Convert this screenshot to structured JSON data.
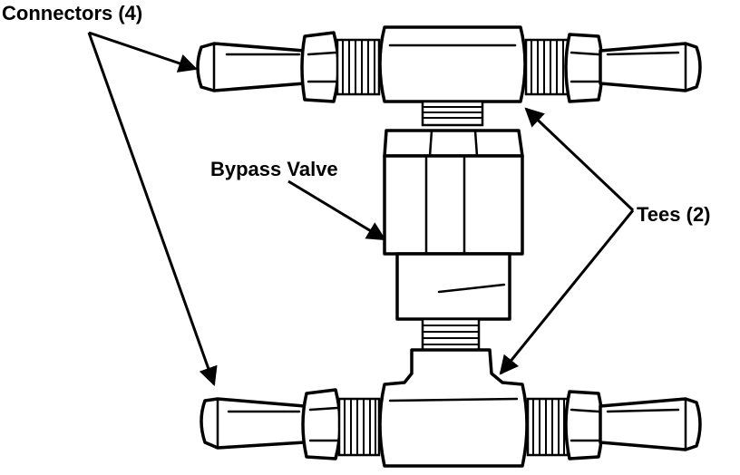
{
  "labels": {
    "connectors": "Connectors (4)",
    "bypass_valve": "Bypass Valve",
    "tees": "Tees (2)"
  },
  "colors": {
    "stroke": "#000000",
    "fill": "#ffffff",
    "text": "#000000"
  }
}
